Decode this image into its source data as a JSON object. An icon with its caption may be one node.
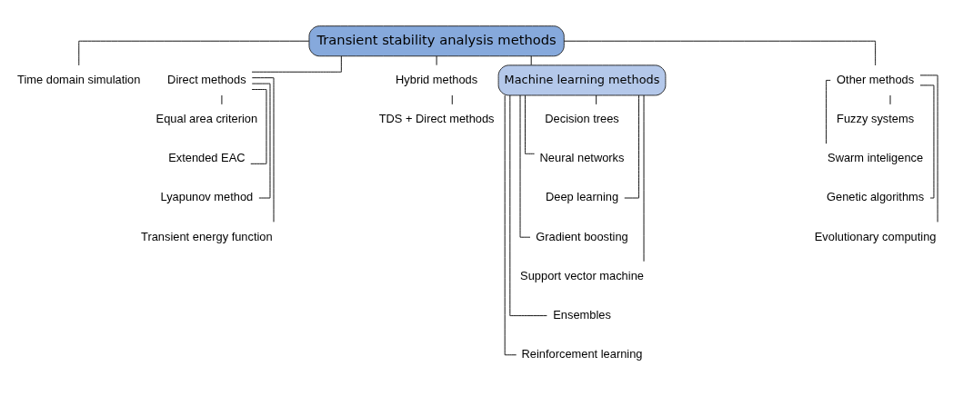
{
  "diagram": {
    "nodes": [
      {
        "text": [
          "Transient stability analysis methods"
        ]
      },
      {
        "text": [
          "Time domain simulation"
        ]
      },
      {
        "text": [
          "Direct methods"
        ]
      },
      {
        "text": [
          "Hybrid methods"
        ]
      },
      {
        "text": [
          "Machine learning methods"
        ]
      },
      {
        "text": [
          "Other methods"
        ]
      },
      {
        "text": [
          "Equal area criterion"
        ]
      },
      {
        "text": [
          "Extended EAC"
        ]
      },
      {
        "text": [
          "Lyapunov method"
        ]
      },
      {
        "text": [
          "Transient energy function"
        ]
      },
      {
        "text": [
          "TDS + Direct methods"
        ]
      },
      {
        "text": [
          "Decision trees"
        ]
      },
      {
        "text": [
          "Neural networks"
        ]
      },
      {
        "text": [
          "Deep learning"
        ]
      },
      {
        "text": [
          "Gradient boosting"
        ]
      },
      {
        "text": [
          "Support vector machine"
        ]
      },
      {
        "text": [
          "Ensembles"
        ]
      },
      {
        "text": [
          "Reinforcement learning"
        ]
      },
      {
        "text": [
          "Fuzzy systems"
        ]
      },
      {
        "text": [
          "Swarm inteligence"
        ]
      },
      {
        "text": [
          "Genetic algorithms"
        ]
      },
      {
        "text": [
          "Evolutionary computing"
        ]
      }
    ],
    "edges": [
      {
        "from": 0,
        "to": 1,
        "arrow": "none"
      },
      {
        "from": 0,
        "to": 2,
        "arrow": "none"
      },
      {
        "from": 0,
        "to": 3,
        "arrow": "none"
      },
      {
        "from": 0,
        "to": 4,
        "arrow": "none"
      },
      {
        "from": 0,
        "to": 5,
        "arrow": "none"
      },
      {
        "from": 2,
        "to": 6,
        "arrow": "none"
      },
      {
        "from": 2,
        "to": 7,
        "arrow": "none"
      },
      {
        "from": 2,
        "to": 8,
        "arrow": "none"
      },
      {
        "from": 2,
        "to": 9,
        "arrow": "none"
      },
      {
        "from": 3,
        "to": 10,
        "arrow": "none"
      },
      {
        "from": 4,
        "to": 11,
        "arrow": "none"
      },
      {
        "from": 4,
        "to": 12,
        "arrow": "none"
      },
      {
        "from": 4,
        "to": 13,
        "arrow": "none"
      },
      {
        "from": 4,
        "to": 14,
        "arrow": "none"
      },
      {
        "from": 4,
        "to": 15,
        "arrow": "none"
      },
      {
        "from": 4,
        "to": 16,
        "arrow": "none"
      },
      {
        "from": 4,
        "to": 17,
        "arrow": "none"
      },
      {
        "from": 5,
        "to": 18,
        "arrow": "none"
      },
      {
        "from": 5,
        "to": 19,
        "arrow": "none"
      },
      {
        "from": 5,
        "to": 20,
        "arrow": "none"
      },
      {
        "from": 5,
        "to": 21,
        "arrow": "none"
      }
    ]
  }
}
